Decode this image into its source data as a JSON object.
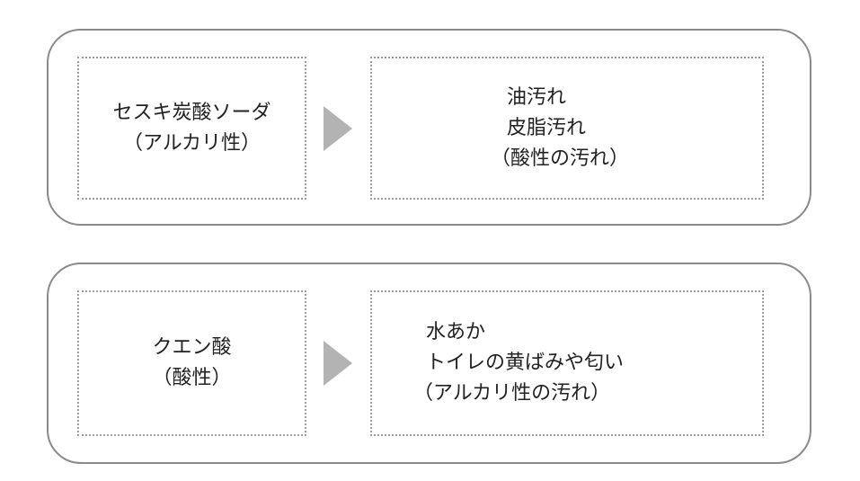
{
  "panels": [
    {
      "agent_lines": [
        "セスキ炭酸ソーダ",
        "（アルカリ性）"
      ],
      "target_lines": [
        "油汚れ",
        "皮脂汚れ",
        "（酸性の汚れ）"
      ]
    },
    {
      "agent_lines": [
        "クエン酸",
        "（酸性）"
      ],
      "target_lines": [
        "水あか",
        "トイレの黄ばみや匂い",
        "（アルカリ性の汚れ）"
      ]
    }
  ],
  "colors": {
    "border": "#8a8a8a",
    "dotted_border": "#9a9a9a",
    "arrow": "#b3b3b3",
    "text": "#222222"
  },
  "icons": {
    "arrow": "triangle-right-icon"
  }
}
